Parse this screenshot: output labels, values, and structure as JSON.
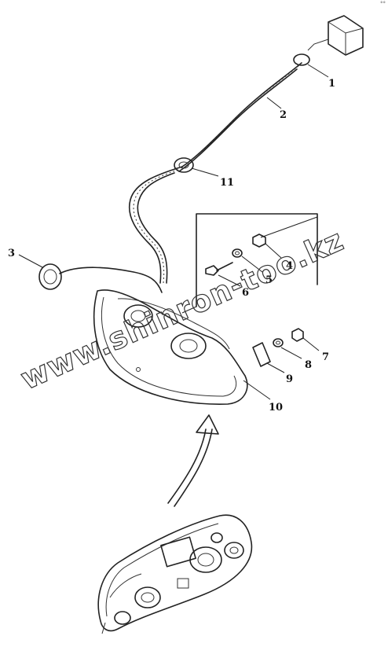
{
  "corner_mark": "°°",
  "watermark": "www.shinron-too.kz",
  "callouts": [
    "1",
    "2",
    "3",
    "4",
    "5",
    "6",
    "7",
    "8",
    "9",
    "10",
    "11"
  ]
}
